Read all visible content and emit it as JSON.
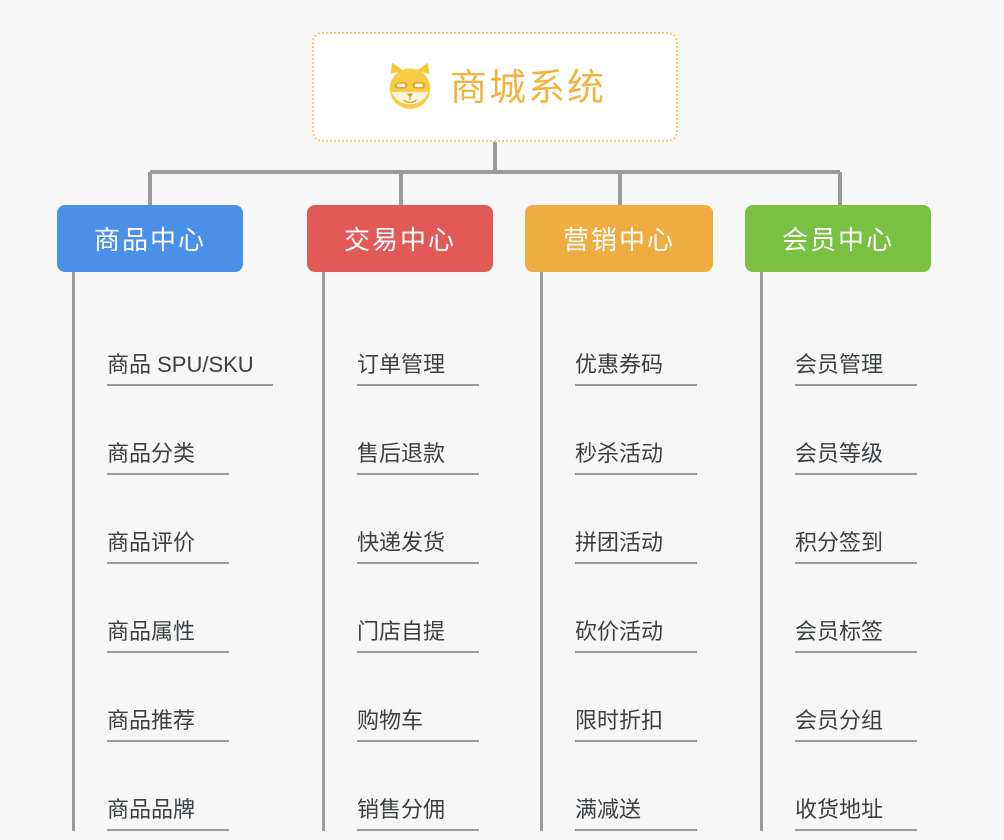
{
  "page": {
    "background_color": "#f7f7f7",
    "line_color": "#9b9b9b"
  },
  "root": {
    "title": "商城系统",
    "icon": "shiba-dog-icon",
    "text_color": "#f0b43f",
    "border_color": "#f3c677",
    "background_color": "#ffffff"
  },
  "columns": [
    {
      "id": "product-center",
      "title": "商品中心",
      "color": "#4a90e8",
      "items": [
        {
          "label": "商品 SPU/SKU"
        },
        {
          "label": "商品分类"
        },
        {
          "label": "商品评价"
        },
        {
          "label": "商品属性"
        },
        {
          "label": "商品推荐"
        },
        {
          "label": "商品品牌"
        }
      ]
    },
    {
      "id": "trade-center",
      "title": "交易中心",
      "color": "#e15a58",
      "items": [
        {
          "label": "订单管理"
        },
        {
          "label": "售后退款"
        },
        {
          "label": "快递发货"
        },
        {
          "label": "门店自提"
        },
        {
          "label": "购物车"
        },
        {
          "label": "销售分佣"
        }
      ]
    },
    {
      "id": "marketing-center",
      "title": "营销中心",
      "color": "#eeac41",
      "items": [
        {
          "label": "优惠券码"
        },
        {
          "label": "秒杀活动"
        },
        {
          "label": "拼团活动"
        },
        {
          "label": "砍价活动"
        },
        {
          "label": "限时折扣"
        },
        {
          "label": "满减送"
        }
      ]
    },
    {
      "id": "member-center",
      "title": "会员中心",
      "color": "#7ac143",
      "items": [
        {
          "label": "会员管理"
        },
        {
          "label": "会员等级"
        },
        {
          "label": "积分签到"
        },
        {
          "label": "会员标签"
        },
        {
          "label": "会员分组"
        },
        {
          "label": "收货地址"
        }
      ]
    }
  ]
}
